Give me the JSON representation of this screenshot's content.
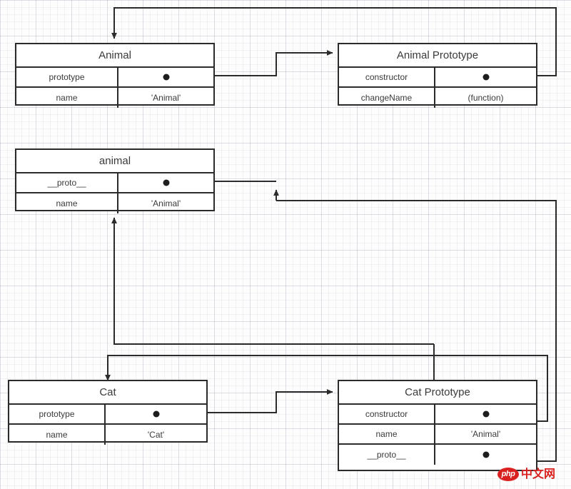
{
  "diagram": {
    "title": "JavaScript prototype chain diagram",
    "stroke_color": "#2b2b2b",
    "accent_color": "#1d1d1d",
    "background": "#fdfdfd",
    "grid": "on"
  },
  "boxes": [
    {
      "id": "animal-constructor",
      "title": "Animal",
      "rows": [
        {
          "key": "prototype",
          "value": "",
          "pointer": true
        },
        {
          "key": "name",
          "value": "'Animal'",
          "pointer": false
        }
      ]
    },
    {
      "id": "animal-prototype",
      "title": "Animal Prototype",
      "rows": [
        {
          "key": "constructor",
          "value": "",
          "pointer": true
        },
        {
          "key": "changeName",
          "value": "(function)",
          "pointer": false
        }
      ]
    },
    {
      "id": "animal-instance",
      "title": "animal",
      "rows": [
        {
          "key": "__proto__",
          "value": "",
          "pointer": true
        },
        {
          "key": "name",
          "value": "'Animal'",
          "pointer": false
        }
      ]
    },
    {
      "id": "cat-constructor",
      "title": "Cat",
      "rows": [
        {
          "key": "prototype",
          "value": "",
          "pointer": true
        },
        {
          "key": "name",
          "value": "'Cat'",
          "pointer": false
        }
      ]
    },
    {
      "id": "cat-prototype",
      "title": "Cat Prototype",
      "rows": [
        {
          "key": "constructor",
          "value": "",
          "pointer": true
        },
        {
          "key": "name",
          "value": "'Animal'",
          "pointer": false
        },
        {
          "key": "__proto__",
          "value": "",
          "pointer": true
        }
      ]
    }
  ],
  "watermark": {
    "logo": "php",
    "text": "中文网"
  }
}
